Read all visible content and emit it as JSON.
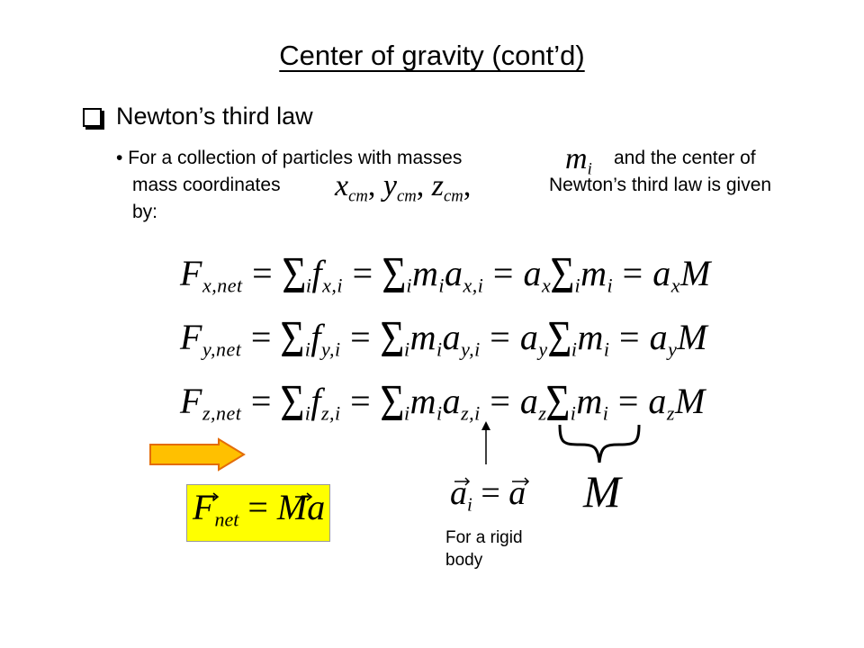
{
  "title": "Center of gravity  (cont’d)",
  "heading": "Newton’s third law",
  "bullet": {
    "marker": "•",
    "line1_a": "For a collection of particles with masses",
    "line1_b": "and  the center of",
    "line2_a": "mass coordinates",
    "line2_b": "Newton’s third law is given",
    "line3": "by:"
  },
  "inline_math": {
    "mass": "m",
    "mass_sub": "i",
    "coords": [
      {
        "sym": "x",
        "sub": "cm"
      },
      {
        "sym": "y",
        "sub": "cm"
      },
      {
        "sym": "z",
        "sub": "cm"
      }
    ]
  },
  "equations": [
    {
      "F_sub": "x,net",
      "f_sub": "x,i",
      "a_sub": "x,i",
      "a": "a",
      "a_factor_sub": "x",
      "a_final_sub": "x",
      "M": "M"
    },
    {
      "F_sub": "y,net",
      "f_sub": "y,i",
      "a_sub": "y,i",
      "a": "a",
      "a_factor_sub": "y",
      "a_final_sub": "y",
      "M": "M"
    },
    {
      "F_sub": "z,net",
      "f_sub": "z,i",
      "a_sub": "z,i",
      "a": "a",
      "a_factor_sub": "z",
      "a_final_sub": "z",
      "M": "M"
    }
  ],
  "rigid_condition": {
    "lhs": "a",
    "lhs_sub": "i",
    "rhs": "a"
  },
  "brace_label": "M",
  "result": {
    "F": "F",
    "F_sub": "net",
    "eq": "=",
    "M": "M",
    "a": "a"
  },
  "rigid_caption_line1": "For a rigid",
  "rigid_caption_line2": "body",
  "colors": {
    "result_box": "#ffff00",
    "arrow_fill": "#ffc000",
    "arrow_stroke": "#e36c09"
  }
}
